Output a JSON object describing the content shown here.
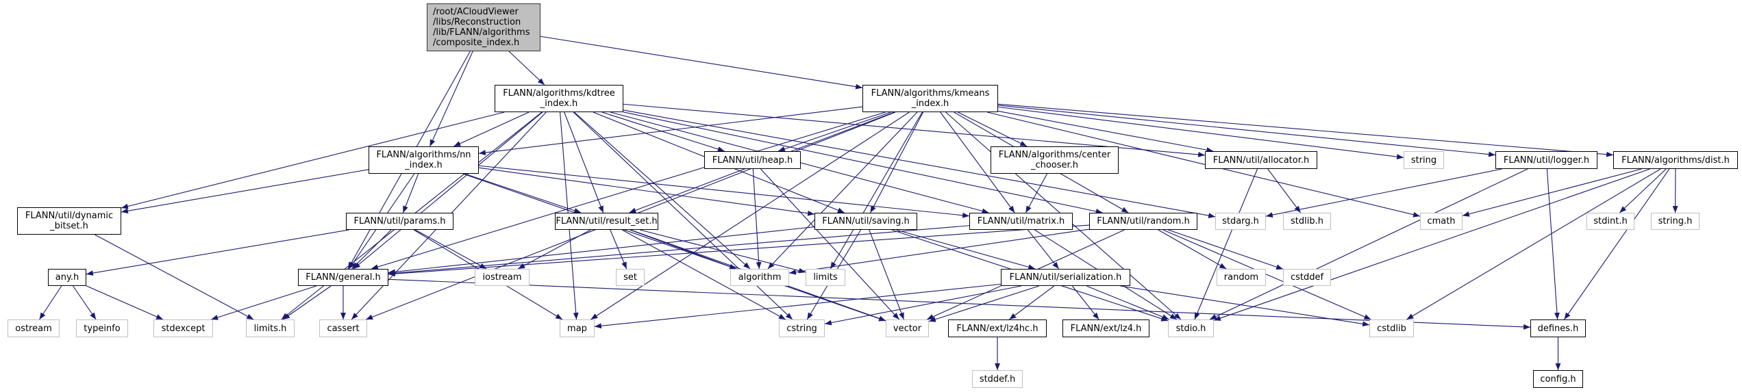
{
  "colors": {
    "edge": "#191970",
    "root_fill": "#bfbfbf",
    "internal_border": "#000000",
    "external_border": "#bfbfbf"
  },
  "nodes": {
    "root": {
      "label": "/root/ACloudViewer\n/libs/Reconstruction\n/lib/FLANN/algorithms\n/composite_index.h",
      "kind": "root"
    },
    "kdtree": {
      "label": "FLANN/algorithms/kdtree\n_index.h",
      "kind": "internal"
    },
    "kmeans": {
      "label": "FLANN/algorithms/kmeans\n_index.h",
      "kind": "internal"
    },
    "nn_index": {
      "label": "FLANN/algorithms/nn\n_index.h",
      "kind": "internal"
    },
    "dynamic_bitset": {
      "label": "FLANN/util/dynamic\n_bitset.h",
      "kind": "internal"
    },
    "params": {
      "label": "FLANN/util/params.h",
      "kind": "internal"
    },
    "any": {
      "label": "any.h",
      "kind": "internal"
    },
    "general": {
      "label": "FLANN/general.h",
      "kind": "internal"
    },
    "iostream": {
      "label": "iostream",
      "kind": "external"
    },
    "ostream": {
      "label": "ostream",
      "kind": "external"
    },
    "typeinfo": {
      "label": "typeinfo",
      "kind": "external"
    },
    "stdexcept": {
      "label": "stdexcept",
      "kind": "external"
    },
    "limits_h": {
      "label": "limits.h",
      "kind": "external"
    },
    "cassert": {
      "label": "cassert",
      "kind": "external"
    },
    "map": {
      "label": "map",
      "kind": "external"
    },
    "heap": {
      "label": "FLANN/util/heap.h",
      "kind": "internal"
    },
    "center_chooser": {
      "label": "FLANN/algorithms/center\n_chooser.h",
      "kind": "internal"
    },
    "result_set": {
      "label": "FLANN/util/result_set.h",
      "kind": "internal"
    },
    "saving": {
      "label": "FLANN/util/saving.h",
      "kind": "internal"
    },
    "matrix": {
      "label": "FLANN/util/matrix.h",
      "kind": "internal"
    },
    "random_h": {
      "label": "FLANN/util/random.h",
      "kind": "internal"
    },
    "set": {
      "label": "set",
      "kind": "external"
    },
    "algorithm": {
      "label": "algorithm",
      "kind": "external"
    },
    "limits": {
      "label": "limits",
      "kind": "external"
    },
    "serialization": {
      "label": "FLANN/util/serialization.h",
      "kind": "internal"
    },
    "cstring": {
      "label": "cstring",
      "kind": "external"
    },
    "vector": {
      "label": "vector",
      "kind": "external"
    },
    "lz4hc": {
      "label": "FLANN/ext/lz4hc.h",
      "kind": "internal"
    },
    "lz4": {
      "label": "FLANN/ext/lz4.h",
      "kind": "internal"
    },
    "stddef": {
      "label": "stddef.h",
      "kind": "external"
    },
    "allocator": {
      "label": "FLANN/util/allocator.h",
      "kind": "internal"
    },
    "string": {
      "label": "string",
      "kind": "external"
    },
    "logger": {
      "label": "FLANN/util/logger.h",
      "kind": "internal"
    },
    "dist": {
      "label": "FLANN/algorithms/dist.h",
      "kind": "internal"
    },
    "stdarg": {
      "label": "stdarg.h",
      "kind": "external"
    },
    "stdlib": {
      "label": "stdlib.h",
      "kind": "external"
    },
    "cmath": {
      "label": "cmath",
      "kind": "external"
    },
    "stdint": {
      "label": "stdint.h",
      "kind": "external"
    },
    "string_h": {
      "label": "string.h",
      "kind": "external"
    },
    "random": {
      "label": "random",
      "kind": "external"
    },
    "cstddef": {
      "label": "cstddef",
      "kind": "external"
    },
    "stdio": {
      "label": "stdio.h",
      "kind": "external"
    },
    "cstdlib": {
      "label": "cstdlib",
      "kind": "external"
    },
    "defines": {
      "label": "defines.h",
      "kind": "internal"
    },
    "config": {
      "label": "config.h",
      "kind": "internal"
    }
  },
  "edges": [
    [
      "root",
      "kdtree"
    ],
    [
      "root",
      "kmeans"
    ],
    [
      "root",
      "nn_index"
    ],
    [
      "root",
      "general"
    ],
    [
      "kdtree",
      "nn_index"
    ],
    [
      "kdtree",
      "dynamic_bitset"
    ],
    [
      "kdtree",
      "general"
    ],
    [
      "kdtree",
      "heap"
    ],
    [
      "kdtree",
      "result_set"
    ],
    [
      "kdtree",
      "saving"
    ],
    [
      "kdtree",
      "matrix"
    ],
    [
      "kdtree",
      "random_h"
    ],
    [
      "kdtree",
      "allocator"
    ],
    [
      "kdtree",
      "algorithm"
    ],
    [
      "kdtree",
      "map"
    ],
    [
      "kdtree",
      "cassert"
    ],
    [
      "kdtree",
      "cstring"
    ],
    [
      "kdtree",
      "stdarg"
    ],
    [
      "kdtree",
      "limits_h"
    ],
    [
      "kmeans",
      "nn_index"
    ],
    [
      "kmeans",
      "general"
    ],
    [
      "kmeans",
      "heap"
    ],
    [
      "kmeans",
      "center_chooser"
    ],
    [
      "kmeans",
      "result_set"
    ],
    [
      "kmeans",
      "saving"
    ],
    [
      "kmeans",
      "matrix"
    ],
    [
      "kmeans",
      "random_h"
    ],
    [
      "kmeans",
      "allocator"
    ],
    [
      "kmeans",
      "logger"
    ],
    [
      "kmeans",
      "dist"
    ],
    [
      "kmeans",
      "string"
    ],
    [
      "kmeans",
      "cmath"
    ],
    [
      "kmeans",
      "algorithm"
    ],
    [
      "kmeans",
      "map"
    ],
    [
      "kmeans",
      "cassert"
    ],
    [
      "kmeans",
      "limits"
    ],
    [
      "kmeans",
      "stdio"
    ],
    [
      "nn_index",
      "dynamic_bitset"
    ],
    [
      "nn_index",
      "general"
    ],
    [
      "nn_index",
      "params"
    ],
    [
      "nn_index",
      "result_set"
    ],
    [
      "nn_index",
      "saving"
    ],
    [
      "nn_index",
      "matrix"
    ],
    [
      "nn_index",
      "vector"
    ],
    [
      "dynamic_bitset",
      "limits_h"
    ],
    [
      "params",
      "any"
    ],
    [
      "params",
      "general"
    ],
    [
      "params",
      "iostream"
    ],
    [
      "params",
      "map"
    ],
    [
      "any",
      "ostream"
    ],
    [
      "any",
      "typeinfo"
    ],
    [
      "any",
      "stdexcept"
    ],
    [
      "general",
      "stdexcept"
    ],
    [
      "general",
      "limits_h"
    ],
    [
      "general",
      "cassert"
    ],
    [
      "general",
      "defines"
    ],
    [
      "heap",
      "algorithm"
    ],
    [
      "heap",
      "vector"
    ],
    [
      "center_chooser",
      "matrix"
    ],
    [
      "result_set",
      "algorithm"
    ],
    [
      "result_set",
      "limits"
    ],
    [
      "result_set",
      "set"
    ],
    [
      "result_set",
      "vector"
    ],
    [
      "result_set",
      "cstring"
    ],
    [
      "result_set",
      "iostream"
    ],
    [
      "saving",
      "general"
    ],
    [
      "saving",
      "vector"
    ],
    [
      "saving",
      "cstring"
    ],
    [
      "saving",
      "serialization"
    ],
    [
      "saving",
      "stdio"
    ],
    [
      "matrix",
      "general"
    ],
    [
      "matrix",
      "serialization"
    ],
    [
      "matrix",
      "stdio"
    ],
    [
      "random_h",
      "general"
    ],
    [
      "random_h",
      "algorithm"
    ],
    [
      "random_h",
      "random"
    ],
    [
      "random_h",
      "cstddef"
    ],
    [
      "random_h",
      "cstdlib"
    ],
    [
      "random_h",
      "vector"
    ],
    [
      "serialization",
      "vector"
    ],
    [
      "serialization",
      "map"
    ],
    [
      "serialization",
      "cstring"
    ],
    [
      "serialization",
      "lz4hc"
    ],
    [
      "serialization",
      "lz4"
    ],
    [
      "serialization",
      "stdio"
    ],
    [
      "serialization",
      "cstdlib"
    ],
    [
      "lz4hc",
      "stddef"
    ],
    [
      "allocator",
      "stdlib"
    ],
    [
      "allocator",
      "stdio"
    ],
    [
      "logger",
      "stdarg"
    ],
    [
      "logger",
      "stdio"
    ],
    [
      "logger",
      "defines"
    ],
    [
      "dist",
      "cmath"
    ],
    [
      "dist",
      "stdint"
    ],
    [
      "dist",
      "string_h"
    ],
    [
      "dist",
      "defines"
    ],
    [
      "dist",
      "cstdlib"
    ],
    [
      "dist",
      "stdio"
    ],
    [
      "defines",
      "config"
    ]
  ]
}
